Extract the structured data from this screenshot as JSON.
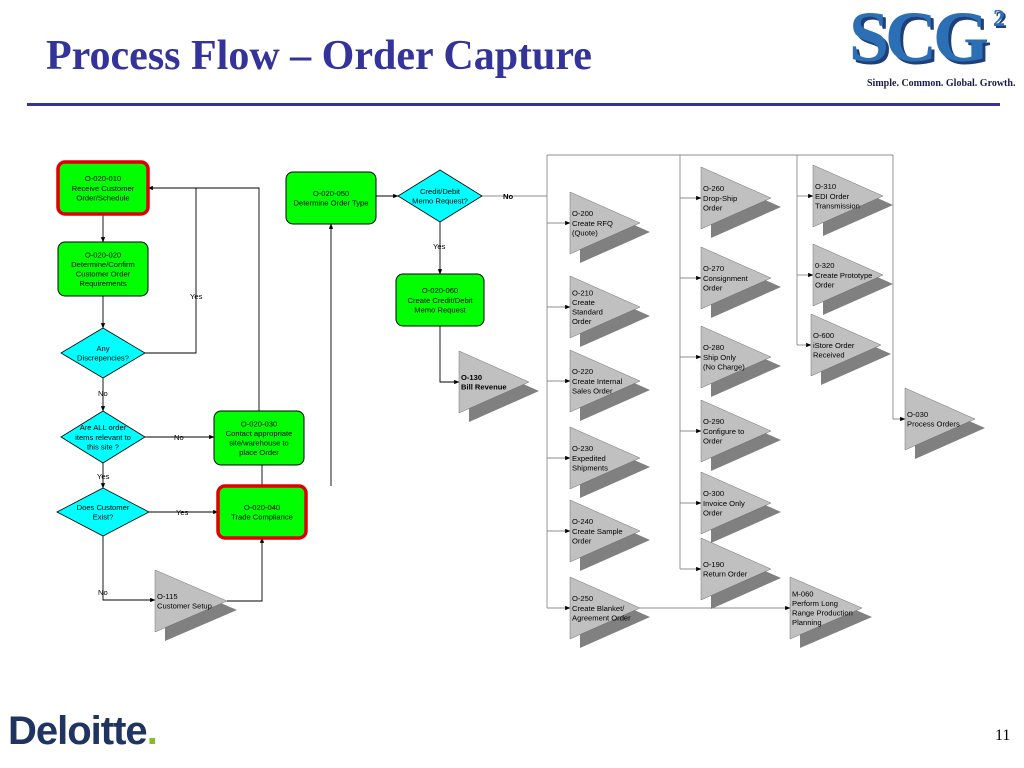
{
  "title": "Process Flow – Order Capture",
  "logo": {
    "letters": "SCG",
    "superscript": "2",
    "tagline": "Simple. Common. Global. Growth."
  },
  "footer": {
    "company": "Deloitte",
    "company_dot": ".",
    "page_number": "11"
  },
  "colors": {
    "title": "#333399",
    "process": "#00ff00",
    "decision": "#00ffff",
    "highlight_border": "#e00000",
    "offpage": "#c0c0c0",
    "offpage_shadow": "#808080"
  },
  "process_boxes": [
    {
      "id": "o010",
      "lines": [
        "O-020-010",
        "Receive Customer",
        "Order/Schedule"
      ]
    },
    {
      "id": "o020",
      "lines": [
        "O-020-020",
        "Determine/Confirm",
        "Customer Order",
        "Requirements"
      ]
    },
    {
      "id": "o050",
      "lines": [
        "O-020-050",
        "Determine Order Type"
      ]
    },
    {
      "id": "o060",
      "lines": [
        "O-020-060",
        "Create Credit/Debit",
        "Memo Request"
      ]
    },
    {
      "id": "o030",
      "lines": [
        "O-020-030",
        "Contact appropriate",
        "site/warehouse to",
        "place Order"
      ]
    },
    {
      "id": "o040",
      "lines": [
        "O-020-040",
        "Trade Compliance"
      ]
    }
  ],
  "decisions": [
    {
      "id": "d_disc",
      "lines": [
        "Any",
        "Discrepencies?"
      ]
    },
    {
      "id": "d_all",
      "lines": [
        "Are ALL order",
        "items relevant to",
        "this site ?"
      ]
    },
    {
      "id": "d_cust",
      "lines": [
        "Does Customer",
        "Exist?"
      ]
    },
    {
      "id": "d_credit",
      "lines": [
        "Credit/Debit",
        "Memo Request?"
      ]
    }
  ],
  "offpage": [
    {
      "id": "o115",
      "lines": [
        "O-115",
        "Customer Setup"
      ]
    },
    {
      "id": "o130",
      "lines": [
        "O-130",
        "Bill Revenue"
      ]
    },
    {
      "id": "o200",
      "lines": [
        "O-200",
        "Create RFQ",
        "(Quote)"
      ]
    },
    {
      "id": "o210",
      "lines": [
        "O-210",
        "Create",
        "Standard",
        "Order"
      ]
    },
    {
      "id": "o220",
      "lines": [
        "O-220",
        "Create Internal",
        "Sales Order"
      ]
    },
    {
      "id": "o230",
      "lines": [
        "O-230",
        "Expedited",
        "Shipments"
      ]
    },
    {
      "id": "o240",
      "lines": [
        "O-240",
        "Create Sample",
        "Order"
      ]
    },
    {
      "id": "o250",
      "lines": [
        "O-250",
        "Create Blanket/",
        "Agreement Order"
      ]
    },
    {
      "id": "o260",
      "lines": [
        "O-260",
        "Drop-Ship",
        "Order"
      ]
    },
    {
      "id": "o270",
      "lines": [
        "O-270",
        "Consignment",
        "Order"
      ]
    },
    {
      "id": "o280",
      "lines": [
        "O-280",
        "Ship Only",
        "(No Charge)"
      ]
    },
    {
      "id": "o290",
      "lines": [
        "O-290",
        "Configure to",
        "Order"
      ]
    },
    {
      "id": "o300",
      "lines": [
        "O-300",
        "Invoice Only",
        "Order"
      ]
    },
    {
      "id": "o190",
      "lines": [
        "O-190",
        "Return Order"
      ]
    },
    {
      "id": "o310",
      "lines": [
        "O-310",
        "EDI Order",
        "Transmission"
      ]
    },
    {
      "id": "o320",
      "lines": [
        "0-320",
        "Create Prototype",
        "Order"
      ]
    },
    {
      "id": "o600",
      "lines": [
        "O-600",
        "iStore Order",
        "Received"
      ]
    },
    {
      "id": "m060",
      "lines": [
        "M-060",
        "Perform Long",
        "Range Production",
        "Planning"
      ]
    },
    {
      "id": "o030p",
      "lines": [
        "O-030",
        "Process Orders"
      ]
    }
  ],
  "edge_labels": [
    {
      "id": "yes_disc",
      "text": "Yes"
    },
    {
      "id": "no_disc",
      "text": "No"
    },
    {
      "id": "no_all",
      "text": "No"
    },
    {
      "id": "yes_all",
      "text": "Yes"
    },
    {
      "id": "yes_cust",
      "text": "Yes"
    },
    {
      "id": "no_cust",
      "text": "No"
    },
    {
      "id": "yes_credit",
      "text": "Yes"
    },
    {
      "id": "no_credit",
      "text": "No"
    }
  ]
}
